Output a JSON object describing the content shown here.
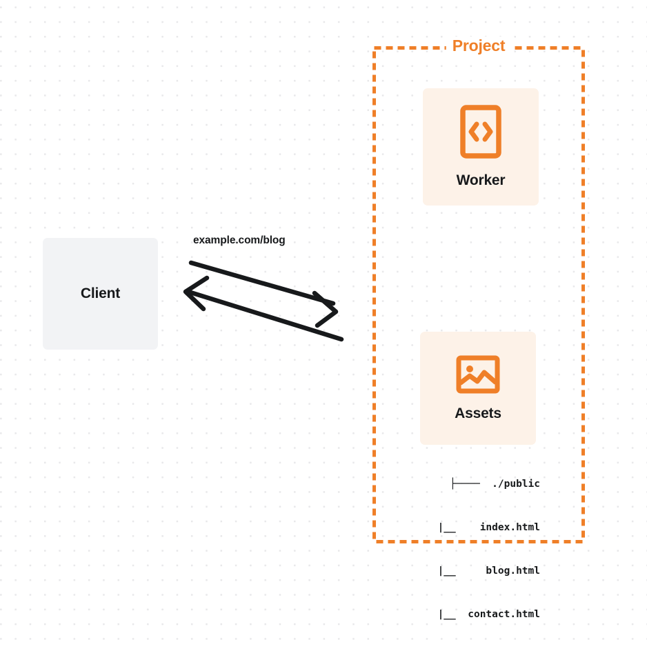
{
  "diagram": {
    "title": "Cloudflare Worker with static assets request flow",
    "colors": {
      "accent": "#ef7f28",
      "card_background": "#fdf2e8",
      "client_background": "#f2f3f5",
      "text": "#17191b",
      "canvas": "#ffffff",
      "dot_grid": "#e8e8ea"
    }
  },
  "client": {
    "label": "Client",
    "icon": "client-box-icon"
  },
  "connection": {
    "label": "example.com/blog",
    "request_arrow": {
      "name": "request-arrow",
      "direction": "client-to-project"
    },
    "response_arrow": {
      "name": "response-arrow",
      "direction": "project-to-client"
    }
  },
  "project": {
    "title": "Project",
    "nodes": [
      {
        "id": "worker",
        "label": "Worker",
        "icon": "code-document-icon"
      },
      {
        "id": "assets",
        "label": "Assets",
        "icon": "image-picture-icon"
      }
    ]
  },
  "file_tree": {
    "lines": [
      "├────  ./public",
      "   |__    index.html",
      "   |__     blog.html",
      "   |__  contact.html"
    ]
  }
}
